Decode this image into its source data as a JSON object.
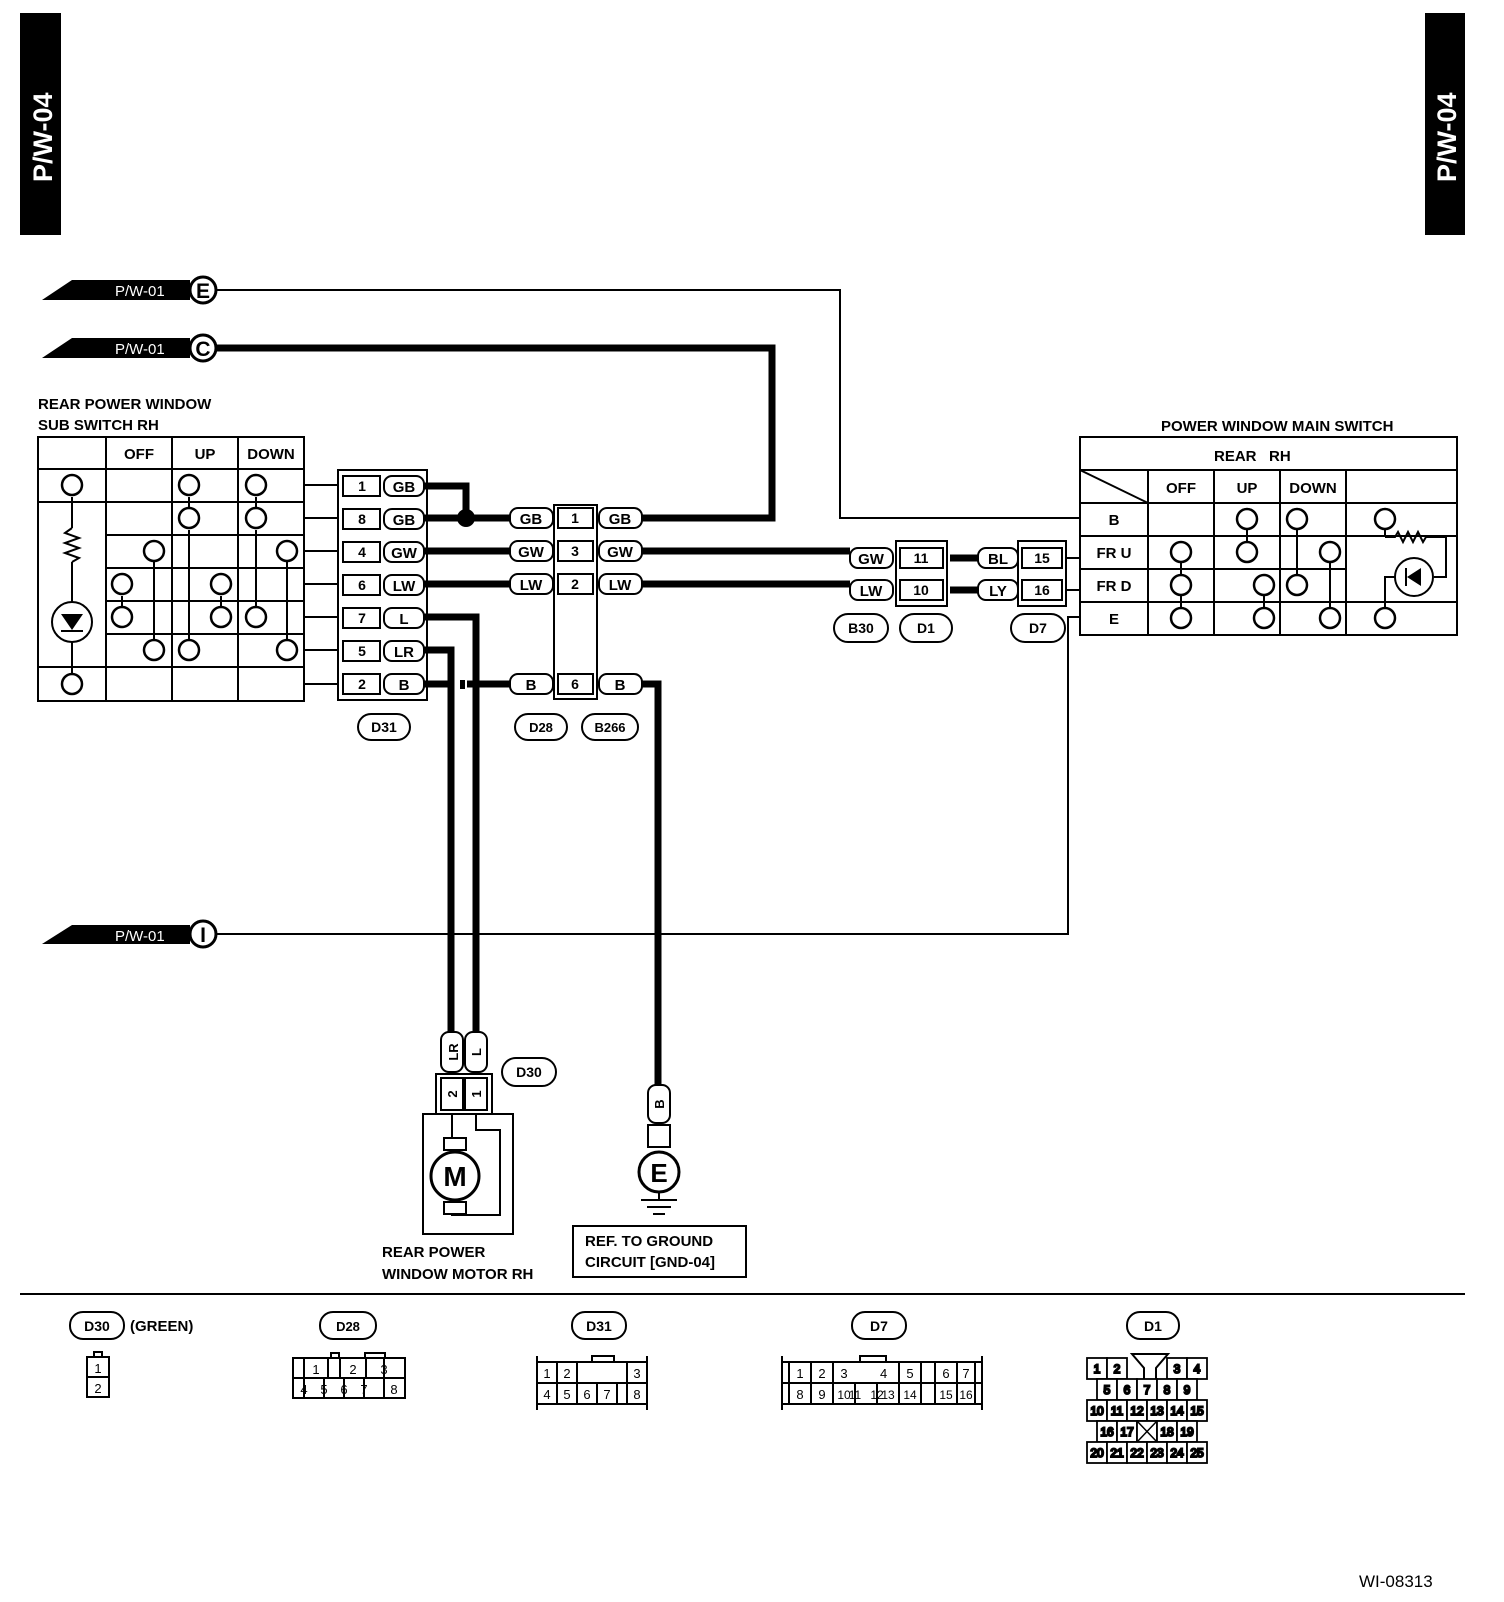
{
  "page": {
    "tab_left": "P/W-04",
    "tab_right": "P/W-04",
    "figure_id": "WI-08313"
  },
  "refs": [
    {
      "page": "P/W-01",
      "letter": "E"
    },
    {
      "page": "P/W-01",
      "letter": "C"
    },
    {
      "page": "P/W-01",
      "letter": "I"
    }
  ],
  "sub_switch": {
    "title_line1": "REAR POWER WINDOW",
    "title_line2": "SUB SWITCH RH",
    "columns": [
      "OFF",
      "UP",
      "DOWN"
    ]
  },
  "main_switch": {
    "title": "POWER WINDOW MAIN SWITCH",
    "header": "REAR   RH",
    "columns": [
      "OFF",
      "UP",
      "DOWN"
    ],
    "rows": [
      "B",
      "FR U",
      "FR D",
      "E"
    ]
  },
  "d31_pins": [
    {
      "pin": "1",
      "wire": "GB"
    },
    {
      "pin": "8",
      "wire": "GB"
    },
    {
      "pin": "4",
      "wire": "GW"
    },
    {
      "pin": "6",
      "wire": "LW"
    },
    {
      "pin": "7",
      "wire": "L"
    },
    {
      "pin": "5",
      "wire": "LR"
    },
    {
      "pin": "2",
      "wire": "B"
    }
  ],
  "d28_wires": [
    "GB",
    "GW",
    "LW",
    "B"
  ],
  "b266": {
    "pins": [
      "1",
      "3",
      "2",
      "6"
    ],
    "wires": [
      "GB",
      "GW",
      "LW",
      "B"
    ]
  },
  "d1": {
    "wires_left": [
      "GW",
      "LW"
    ],
    "pins": [
      "11",
      "10"
    ]
  },
  "d7": {
    "wires": [
      "BL",
      "LY"
    ],
    "pins": [
      "15",
      "16"
    ]
  },
  "connector_labels": {
    "d31": "D31",
    "d28": "D28",
    "b266": "B266",
    "b30": "B30",
    "d1": "D1",
    "d7": "D7",
    "d30": "D30"
  },
  "motor": {
    "wires": [
      "LR",
      "L"
    ],
    "pins": [
      "2",
      "1"
    ],
    "symbol": "M",
    "label_line1": "REAR POWER",
    "label_line2": "WINDOW MOTOR RH"
  },
  "ground": {
    "wire": "B",
    "symbol": "E",
    "label_line1": "REF. TO GROUND",
    "label_line2": "CIRCUIT [GND-04]"
  },
  "connector_views": {
    "d30": {
      "label": "D30",
      "note": "(GREEN)",
      "pins": [
        "1",
        "2"
      ]
    },
    "d28": {
      "label": "D28",
      "pins": [
        "1",
        "2",
        "3",
        "4",
        "5",
        "6",
        "7",
        "8"
      ]
    },
    "d31": {
      "label": "D31",
      "pins": [
        "1",
        "2",
        "3",
        "4",
        "5",
        "6",
        "7",
        "8"
      ]
    },
    "d7": {
      "label": "D7",
      "pins": [
        "1",
        "2",
        "3",
        "4",
        "5",
        "6",
        "7",
        "8",
        "9",
        "10",
        "11",
        "12",
        "13",
        "14",
        "15",
        "16"
      ]
    },
    "d1": {
      "label": "D1",
      "pins": [
        "1",
        "2",
        "3",
        "4",
        "5",
        "6",
        "7",
        "8",
        "9",
        "10",
        "11",
        "12",
        "13",
        "14",
        "15",
        "16",
        "17",
        "18",
        "19",
        "20",
        "21",
        "22",
        "23",
        "24",
        "25"
      ]
    }
  }
}
